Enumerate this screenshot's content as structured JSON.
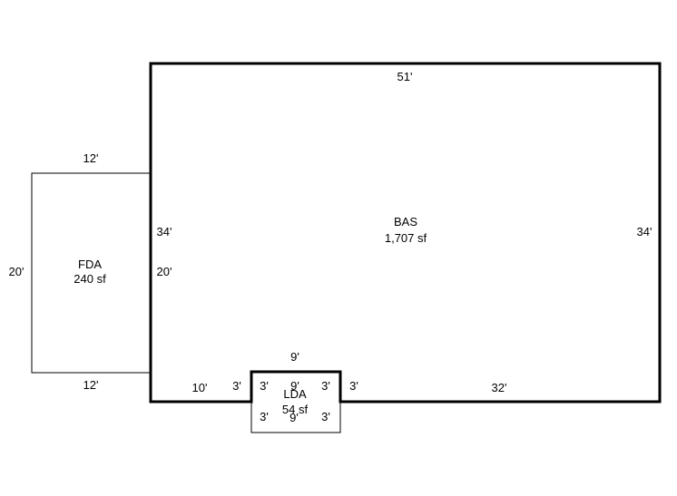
{
  "areas": {
    "bas": {
      "code": "BAS",
      "area": "1,707 sf"
    },
    "fda": {
      "code": "FDA",
      "area": "240 sf"
    },
    "lda": {
      "code": "LDA",
      "area": "54 sf"
    }
  },
  "dimensions": {
    "bas_top": "51'",
    "bas_left": "34'",
    "bas_right": "34'",
    "bas_bottom_left": "10'",
    "bas_bottom_right": "32'",
    "bas_notch_left": "3'",
    "bas_notch_right": "3'",
    "bas_notch_top": "9'",
    "fda_top": "12'",
    "fda_bottom": "12'",
    "fda_left": "20'",
    "fda_right": "20'",
    "lda_top": "9'",
    "lda_bottom": "9'",
    "lda_left_upper": "3'",
    "lda_left_lower": "3'",
    "lda_right_upper": "3'",
    "lda_right_lower": "3'"
  }
}
